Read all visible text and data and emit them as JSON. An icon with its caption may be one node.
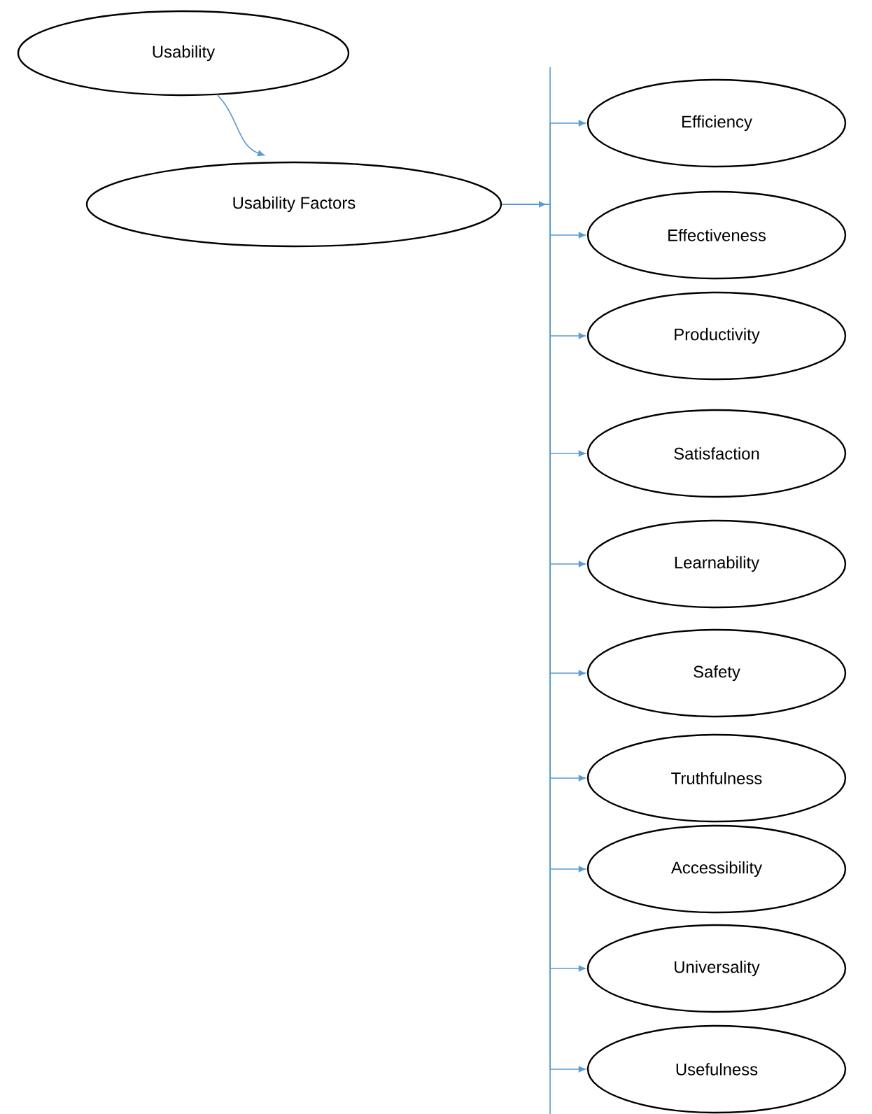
{
  "diagram": {
    "nodes": [
      {
        "text": [
          "Usability"
        ]
      },
      {
        "text": [
          "Usability Factors"
        ]
      },
      {
        "text": [
          "Efficiency"
        ]
      },
      {
        "text": [
          "Effectiveness"
        ]
      },
      {
        "text": [
          "Productivity"
        ]
      },
      {
        "text": [
          "Satisfaction"
        ]
      },
      {
        "text": [
          "Learnability"
        ]
      },
      {
        "text": [
          "Safety"
        ]
      },
      {
        "text": [
          "Truthfulness"
        ]
      },
      {
        "text": [
          "Accessibility"
        ]
      },
      {
        "text": [
          "Universality"
        ]
      },
      {
        "text": [
          "Usefulness"
        ]
      }
    ],
    "edges": [
      {
        "from": 0,
        "to": 1,
        "arrow": "to"
      },
      {
        "from": 1,
        "to": 2,
        "arrow": "to"
      },
      {
        "from": 1,
        "to": 3,
        "arrow": "to"
      },
      {
        "from": 1,
        "to": 4,
        "arrow": "to"
      },
      {
        "from": 1,
        "to": 5,
        "arrow": "to"
      },
      {
        "from": 1,
        "to": 6,
        "arrow": "to"
      },
      {
        "from": 1,
        "to": 7,
        "arrow": "to"
      },
      {
        "from": 1,
        "to": 8,
        "arrow": "to"
      },
      {
        "from": 1,
        "to": 9,
        "arrow": "to"
      },
      {
        "from": 1,
        "to": 10,
        "arrow": "to"
      },
      {
        "from": 1,
        "to": 11,
        "arrow": "to"
      }
    ]
  }
}
